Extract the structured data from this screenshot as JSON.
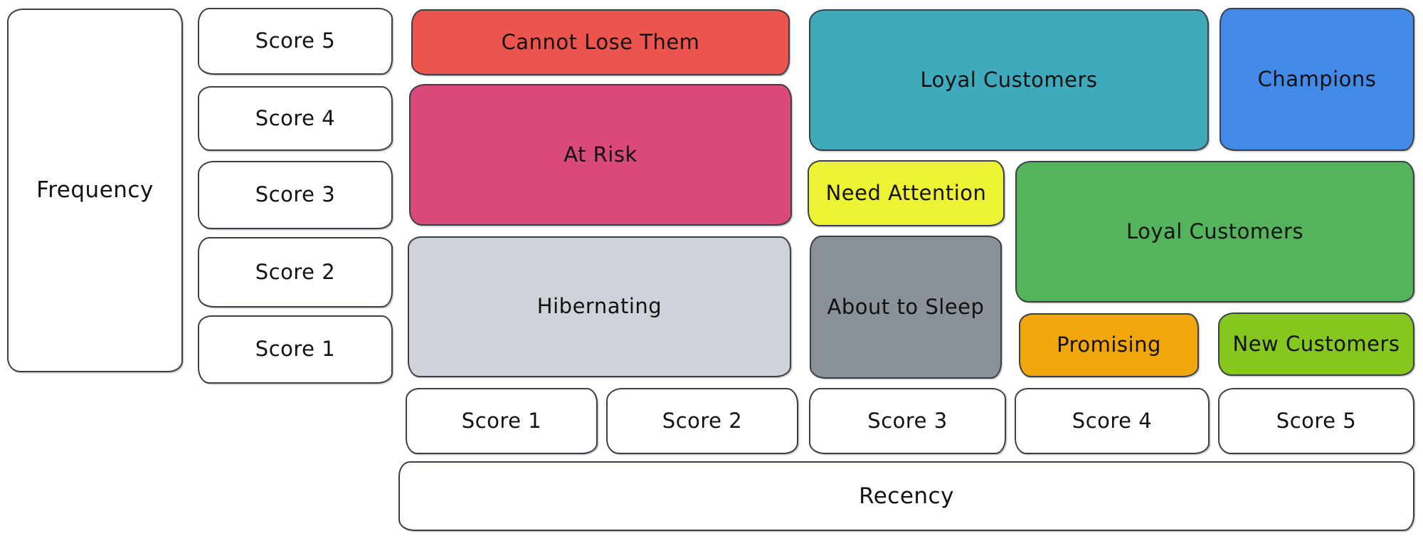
{
  "colors": {
    "background": "#ffffff",
    "stroke": "#3a4045",
    "text": "#111111"
  },
  "y_axis": {
    "label": "Frequency",
    "scores": [
      {
        "label": "Score 5"
      },
      {
        "label": "Score 4"
      },
      {
        "label": "Score 3"
      },
      {
        "label": "Score 2"
      },
      {
        "label": "Score 1"
      }
    ]
  },
  "x_axis": {
    "label": "Recency",
    "scores": [
      {
        "label": "Score 1"
      },
      {
        "label": "Score 2"
      },
      {
        "label": "Score 3"
      },
      {
        "label": "Score 4"
      },
      {
        "label": "Score 5"
      }
    ]
  },
  "segments": [
    {
      "label": "Cannot Lose Them",
      "color": "#ee544e",
      "recency_scores": "1-2",
      "frequency_scores": "5"
    },
    {
      "label": "At Risk",
      "color": "#d9497c",
      "recency_scores": "1-2",
      "frequency_scores": "3-4"
    },
    {
      "label": "Hibernating",
      "color": "#ced3da",
      "recency_scores": "1-2",
      "frequency_scores": "1-2"
    },
    {
      "label": "Loyal Customers",
      "color": "#3faabc",
      "recency_scores": "3-4",
      "frequency_scores": "4-5"
    },
    {
      "label": "Champions",
      "color": "#4289e8",
      "recency_scores": "5",
      "frequency_scores": "4-5"
    },
    {
      "label": "Need Attention",
      "color": "#edf232",
      "recency_scores": "3",
      "frequency_scores": "3"
    },
    {
      "label": "Loyal Customers",
      "color": "#54b45b",
      "recency_scores": "4-5",
      "frequency_scores": "2-3"
    },
    {
      "label": "About to Sleep",
      "color": "#8b9198",
      "recency_scores": "3",
      "frequency_scores": "1-2"
    },
    {
      "label": "Promising",
      "color": "#f1a60d",
      "recency_scores": "4",
      "frequency_scores": "1"
    },
    {
      "label": "New Customers",
      "color": "#85c71f",
      "recency_scores": "5",
      "frequency_scores": "1"
    }
  ]
}
